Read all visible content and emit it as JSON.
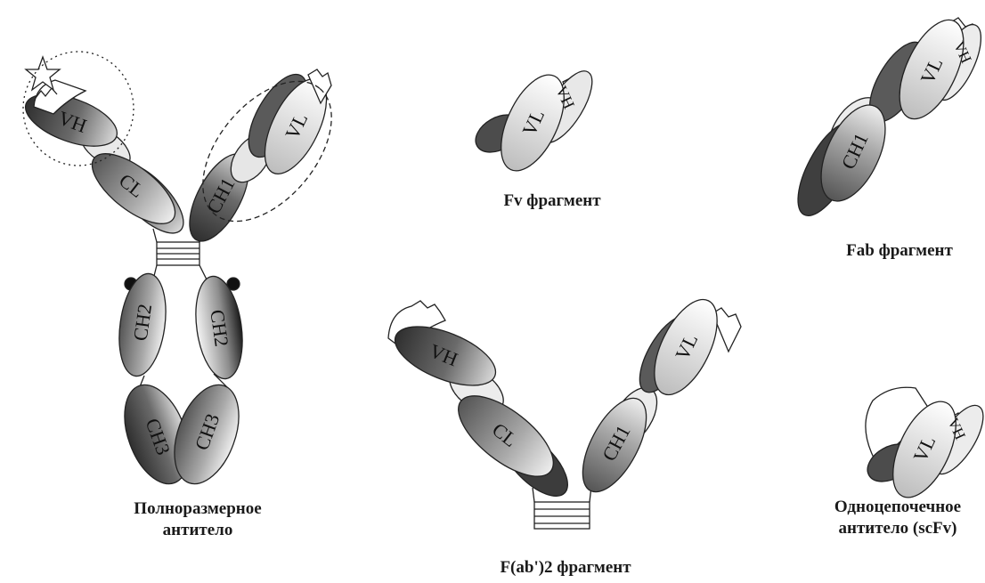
{
  "colors": {
    "dark": "#4a4a4a",
    "mid": "#9a9a9a",
    "light": "#e3e3e3",
    "white": "#ffffff",
    "outline": "#222222"
  },
  "domain_labels": {
    "vh": "VH",
    "vl": "VL",
    "cl": "CL",
    "ch1": "CH1",
    "ch2": "CH2",
    "ch3": "CH3"
  },
  "captions": {
    "full_line1": "Полноразмерное",
    "full_line2": "антитело",
    "fv": "Fv фрагмент",
    "fab": "Fab фрагмент",
    "fab2": "F(ab')2 фрагмент",
    "scfv_line1": "Одноцепочечное",
    "scfv_line2": "антитело (scFv)"
  },
  "icons": [
    "star-icon",
    "glycan-dot-icon"
  ]
}
